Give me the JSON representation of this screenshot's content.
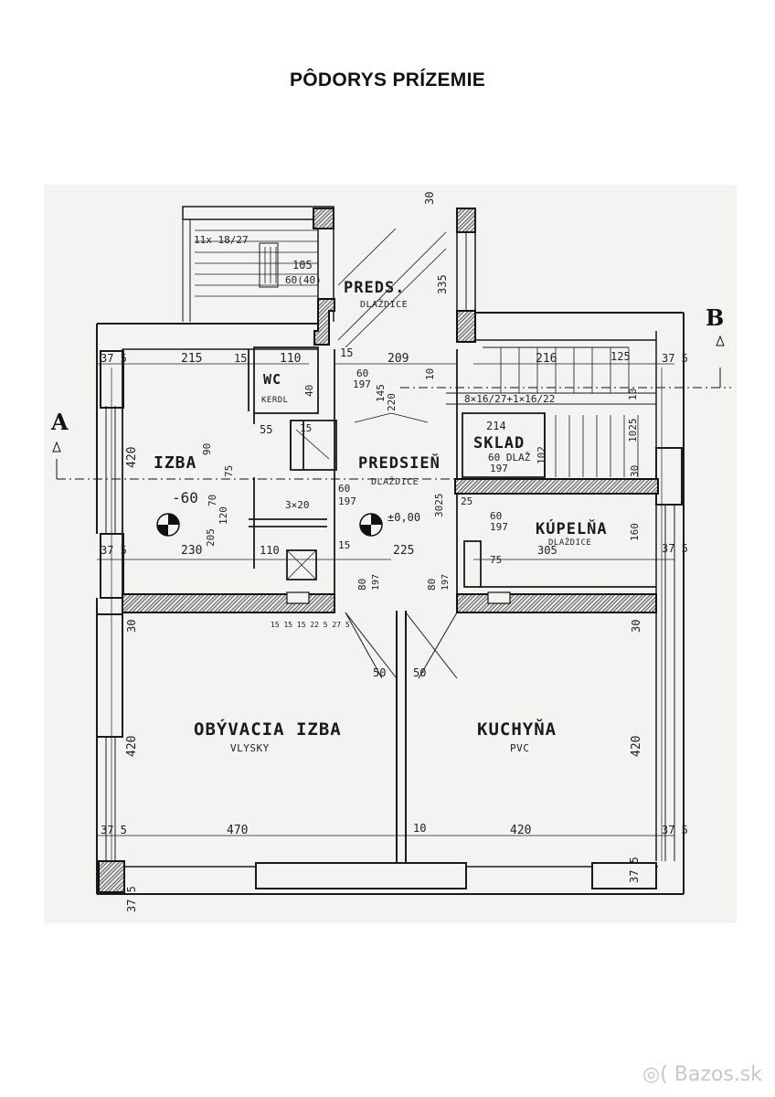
{
  "title": "PÔDORYS PRÍZEMIE",
  "watermark": "Bazos.sk",
  "rooms": {
    "preds": {
      "name": "PREDS.",
      "floor": "DLAŽDICE"
    },
    "wc": {
      "name": "WC",
      "floor": "KERDL"
    },
    "izba": {
      "name": "IZBA"
    },
    "predsien": {
      "name": "PREDSIEŇ",
      "floor": "DLAŽDICE"
    },
    "sklad": {
      "name": "SKLAD"
    },
    "kupelna": {
      "name": "KÚPELŇA",
      "floor": "DLAŽDICE"
    },
    "obyvacia": {
      "name": "OBÝVACIA IZBA",
      "floor": "VLYSKY"
    },
    "kuchyna": {
      "name": "KUCHYŇA",
      "floor": "PVC"
    }
  },
  "axes": {
    "a": "A",
    "b": "B"
  },
  "levels": {
    "izba": "-60",
    "predsien": "±0,00"
  },
  "dimensions": {
    "d_37_5": "37 5",
    "d_215": "215",
    "d_15": "15",
    "d_110": "110",
    "d_209": "209",
    "d_216": "216",
    "d_125": "125",
    "d_105": "105",
    "d_60_40": "60(40)",
    "d_60": "60",
    "d_197": "197",
    "d_335": "335",
    "d_30": "30",
    "d_220": "220",
    "d_145": "145",
    "d_10": "10",
    "d_40": "40",
    "d_55": "55",
    "d_214": "214",
    "d_60_dlaz": "60 DLAŽ",
    "d_102": "102",
    "d_1025": "1025",
    "d_420": "420",
    "d_90": "90",
    "d_75": "75",
    "d_70": "70",
    "d_120": "120",
    "d_205": "205",
    "d_230": "230",
    "d_3x20": "3×20",
    "d_3025": "3025",
    "d_25": "25",
    "d_225": "225",
    "d_305": "305",
    "d_160": "160",
    "d_80": "80",
    "d_50": "50",
    "d_470": "470",
    "d_steps_top": "11x 18/27",
    "d_steps_right": "8×16/27+1×16/22",
    "d_small": "15 15 15 22 5 27 5"
  },
  "colors": {
    "line": "#1a1a1a",
    "hatch": "#333333",
    "paper": "#f3f3f1"
  }
}
